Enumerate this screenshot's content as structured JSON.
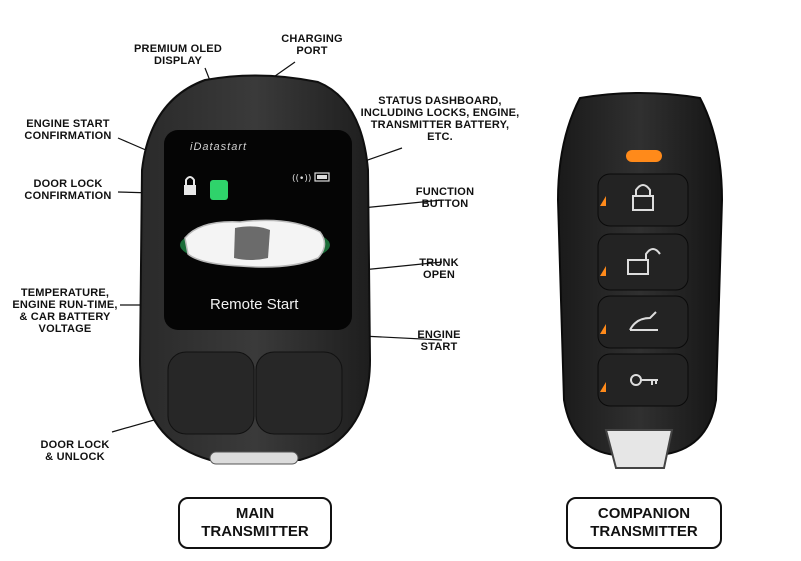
{
  "callouts": {
    "charging_port": "CHARGING\nPORT",
    "premium_oled": "PREMIUM OLED\nDISPLAY",
    "status_dashboard": "STATUS DASHBOARD,\nINCLUDING LOCKS, ENGINE,\nTRANSMITTER BATTERY,\nETC.",
    "engine_start_confirmation": "ENGINE START\nCONFIRMATION",
    "door_lock_confirmation": "DOOR LOCK\nCONFIRMATION",
    "function_button": "FUNCTION\nBUTTON",
    "trunk_open": "TRUNK\nOPEN",
    "temperature": "TEMPERATURE,\nENGINE RUN-TIME,\n& CAR BATTERY\nVOLTAGE",
    "engine_start": "ENGINE\nSTART",
    "door_lock_unlock": "DOOR LOCK\n& UNLOCK"
  },
  "main_remote": {
    "brand": "iDatastart",
    "screen_text": "Remote Start"
  },
  "captions": {
    "main": "MAIN\nTRANSMITTER",
    "companion": "COMPANION\nTRANSMITTER"
  },
  "colors": {
    "led_orange": "#ff8a1a",
    "car_green": "#2fd36b",
    "body_dark": "#1f1f1f"
  },
  "icons": [
    "lock-icon",
    "unlock-icon",
    "trunk-icon",
    "key-icon",
    "battery-icon",
    "signal-icon",
    "engine-icon"
  ]
}
